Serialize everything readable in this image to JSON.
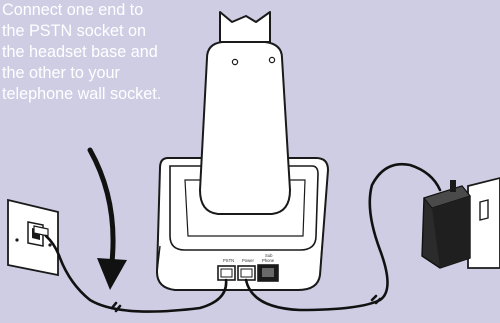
{
  "instruction": {
    "lines": [
      "Connect one end to",
      "the PSTN socket on",
      "the headset base and",
      "the other to your",
      "telephone wall socket."
    ]
  },
  "ports": {
    "pstn": "PSTN",
    "power": "Power",
    "sub_phone_1": "Sub",
    "sub_phone_2": "Phone"
  },
  "colors": {
    "background": "#cfcde4",
    "cable": "#111111",
    "outline": "#1a1a1a",
    "device_fill": "#ffffff",
    "adapter": "#2b2b2b"
  }
}
